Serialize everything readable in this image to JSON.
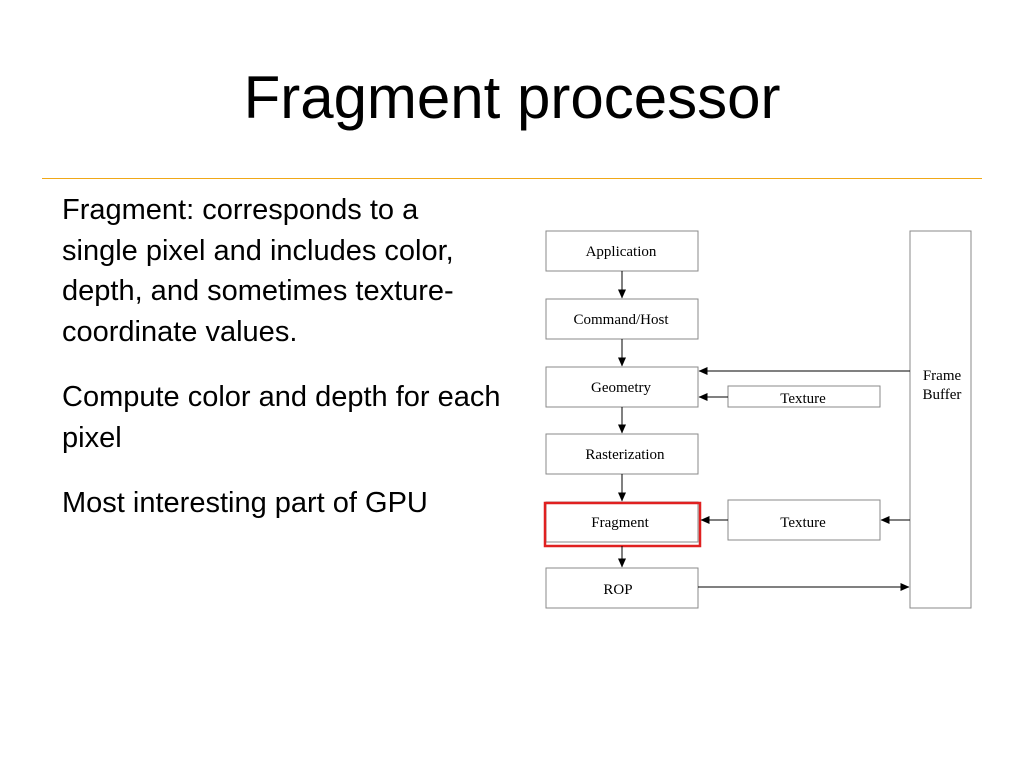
{
  "slide": {
    "title": "Fragment processor",
    "bullets": [
      "Fragment: corresponds to a single pixel and includes color, depth, and sometimes texture-coordinate values.",
      "Compute color and depth for each pixel",
      "Most interesting part of GPU"
    ]
  },
  "diagram": {
    "stages": [
      "Application",
      "Command/Host",
      "Geometry",
      "Rasterization",
      "Fragment",
      "ROP"
    ],
    "texture_label_geometry": "Texture",
    "texture_label_fragment": "Texture",
    "frame_buffer_line1": "Frame",
    "frame_buffer_line2": "Buffer",
    "highlighted_stage": "Fragment",
    "highlight_color": "#e02020",
    "accent_color": "#f0a818"
  }
}
